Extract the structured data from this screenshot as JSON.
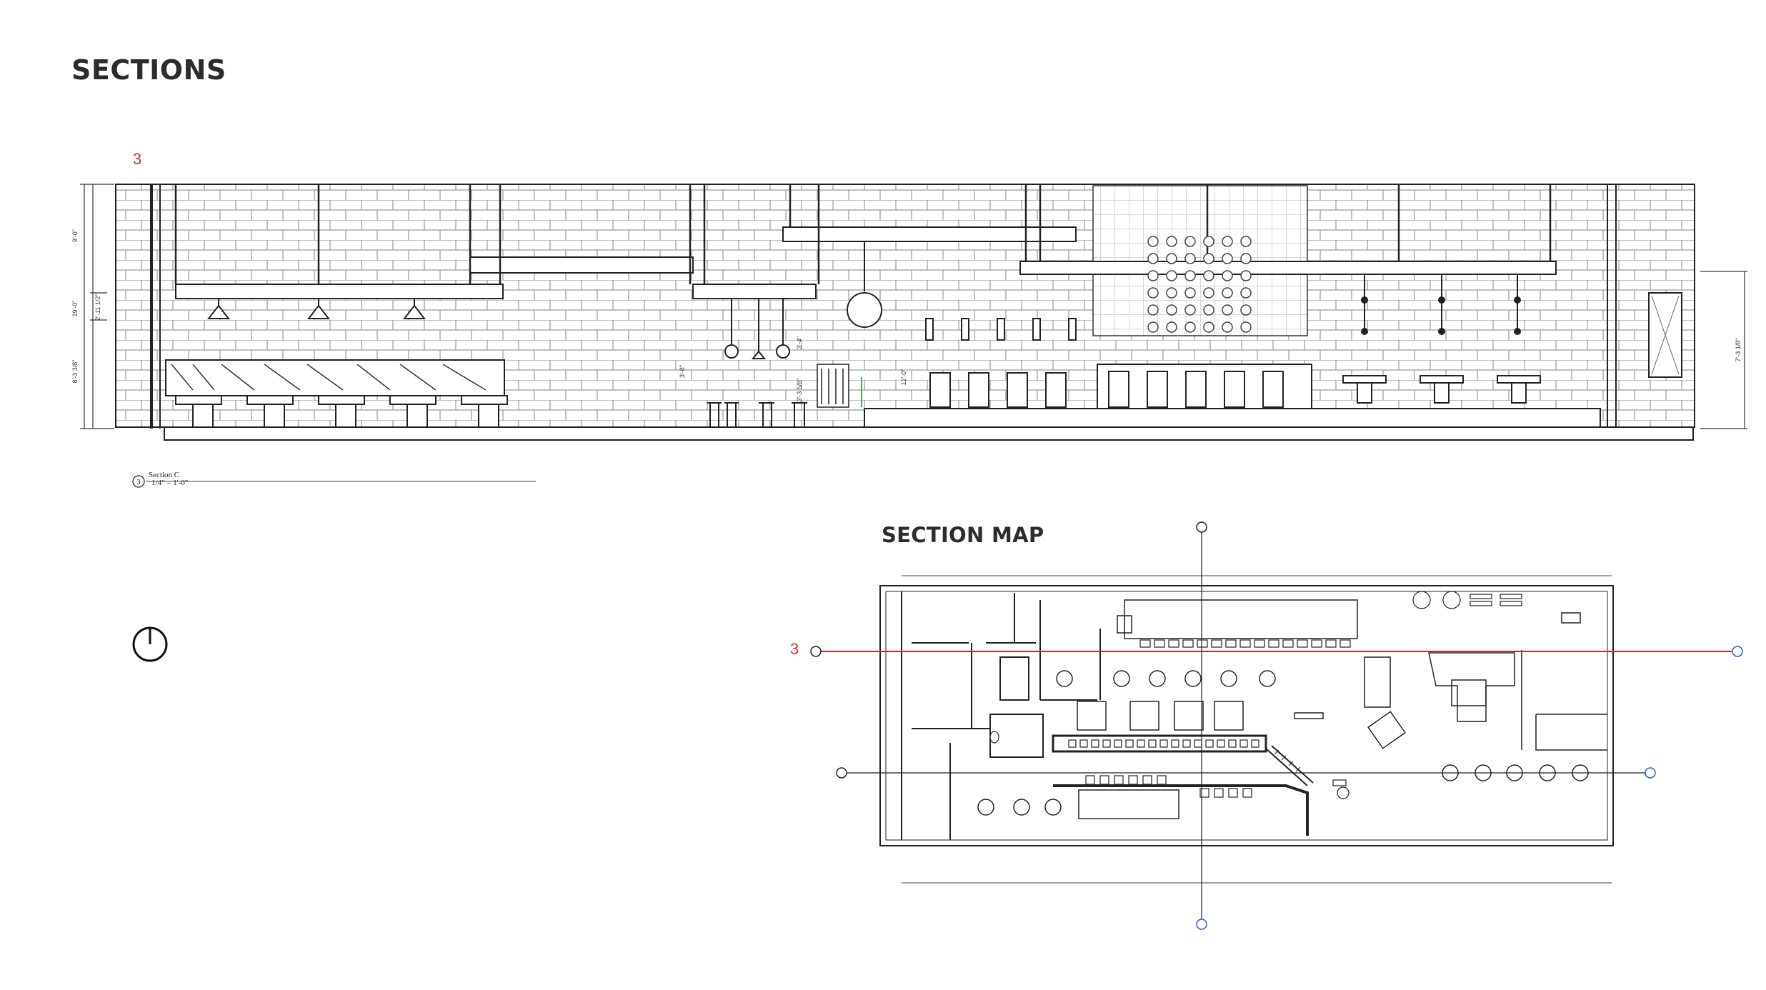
{
  "page": {
    "title": "SECTIONS",
    "section_map_title": "SECTION MAP"
  },
  "section": {
    "number": "3",
    "caption_name": "Section C",
    "caption_scale": "1/4\" = 1'-0\"",
    "caption_marker": "3",
    "dims": [
      "9'-0\"",
      "19'-0\"",
      "2'-11 1/2\"",
      "8'-3 3/8\"",
      "3'-8\"",
      "3'-4\"",
      "3'-3 5/8\"",
      "12'-0\"",
      "7'-3 1/8\""
    ]
  },
  "map": {
    "section_number": "3"
  },
  "colors": {
    "section_line": "#e0201a",
    "marker_blue": "#2a5cc8",
    "ink": "#1a1a1a"
  },
  "icons": {
    "north": "north-arrow-icon"
  }
}
